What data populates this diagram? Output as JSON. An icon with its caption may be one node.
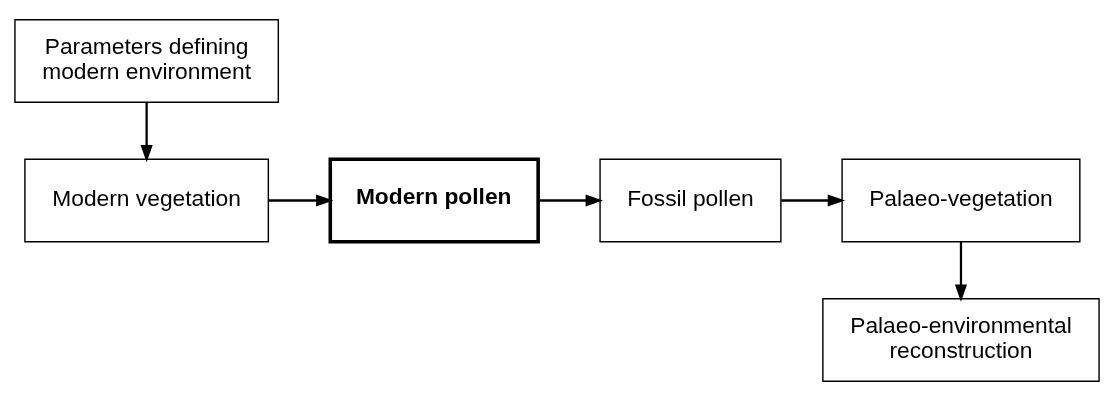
{
  "diagram": {
    "nodes": [
      {
        "text": [
          "Parameters defining modern environment"
        ]
      },
      {
        "text": [
          "Modern vegetation"
        ]
      },
      {
        "text": [
          "Modern pollen"
        ]
      },
      {
        "text": [
          "Fossil pollen"
        ]
      },
      {
        "text": [
          "Palaeo-vegetation"
        ]
      },
      {
        "text": [
          "Palaeo-environmental reconstruction"
        ]
      }
    ],
    "edges": [
      {
        "from": 0,
        "to": 1,
        "arrow": "to"
      },
      {
        "from": 1,
        "to": 2,
        "arrow": "to"
      },
      {
        "from": 2,
        "to": 3,
        "arrow": "to"
      },
      {
        "from": 3,
        "to": 4,
        "arrow": "to"
      },
      {
        "from": 4,
        "to": 5,
        "arrow": "to"
      }
    ]
  }
}
